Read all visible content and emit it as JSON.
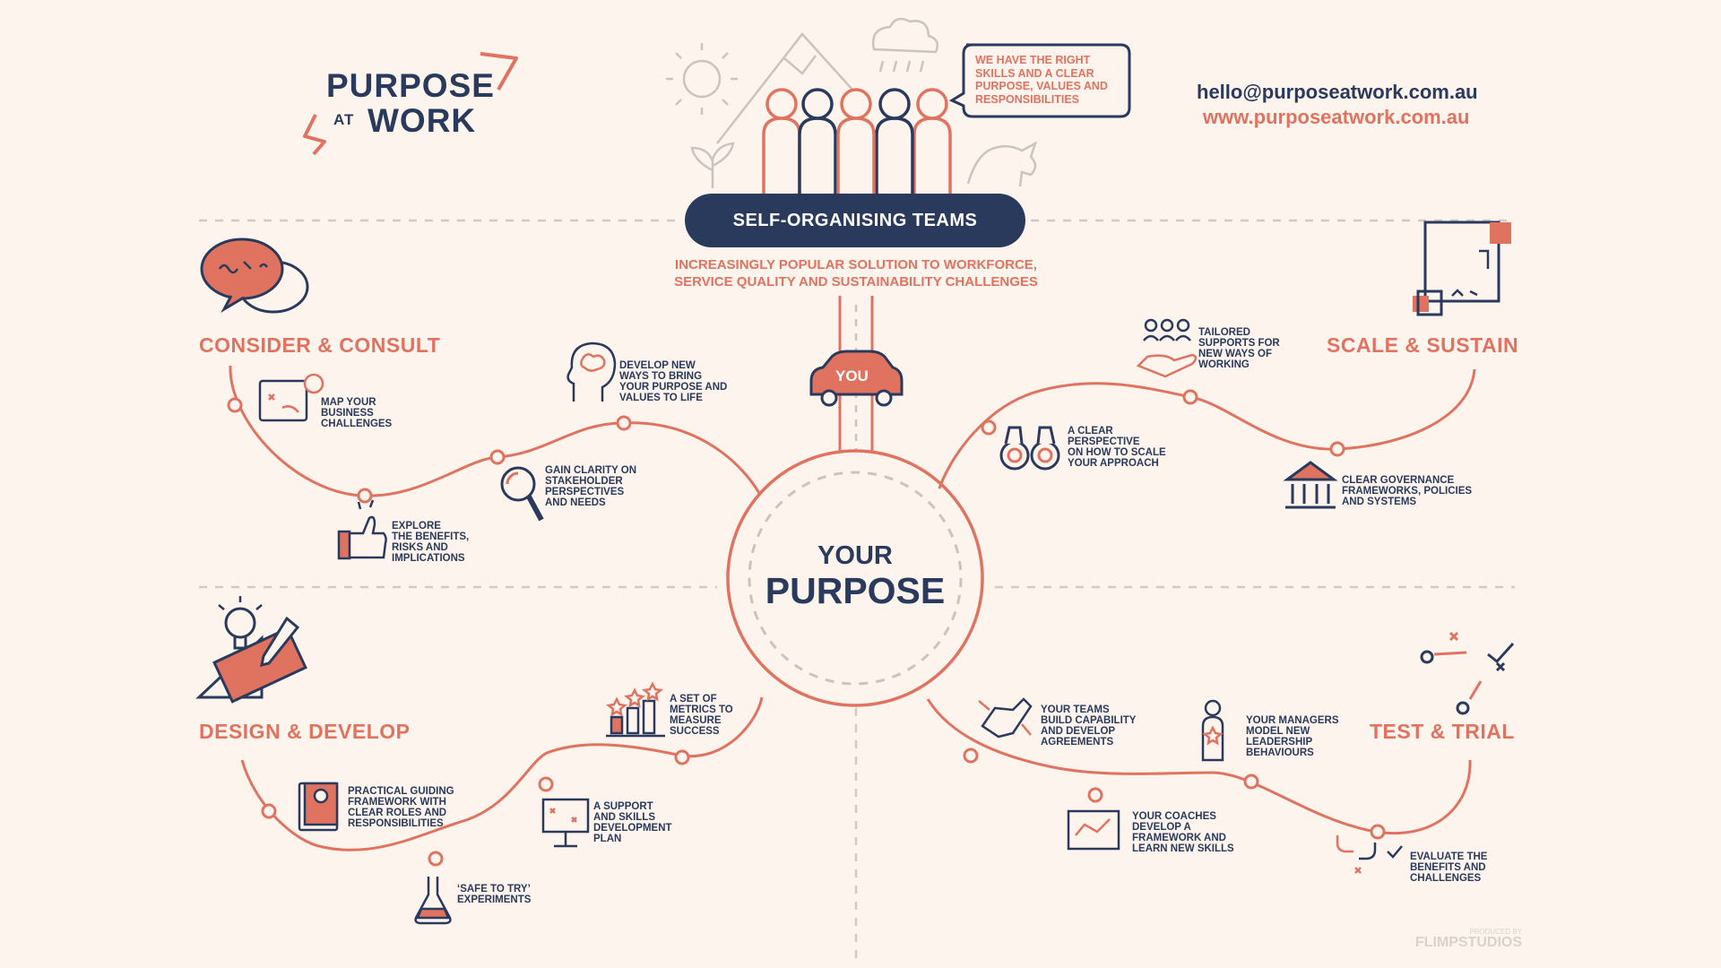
{
  "logo": {
    "line1": "PURPOSE",
    "at": "AT",
    "line2": "WORK"
  },
  "contact": {
    "email": "hello@purposeatwork.com.au",
    "web": "www.purposeatwork.com.au"
  },
  "speech_bubble": "WE HAVE THE RIGHT\nSKILLS AND A CLEAR\nPURPOSE, VALUES AND\nRESPONSIBILITIES",
  "banner": "SELF-ORGANISING TEAMS",
  "subtitle": {
    "line1": "INCREASINGLY POPULAR SOLUTION TO WORKFORCE,",
    "line2": "SERVICE QUALITY AND SUSTAINABILITY CHALLENGES"
  },
  "car_label": "YOU",
  "center": {
    "line1": "YOUR",
    "line2": "PURPOSE"
  },
  "sections": {
    "consider": {
      "title": "CONSIDER & CONSULT",
      "steps": [
        "MAP YOUR\nBUSINESS\nCHALLENGES",
        "EXPLORE\nTHE BENEFITS,\nRISKS AND\nIMPLICATIONS",
        "GAIN CLARITY ON\nSTAKEHOLDER\nPERSPECTIVES\nAND NEEDS",
        "DEVELOP NEW\nWAYS TO BRING\nYOUR PURPOSE AND\nVALUES TO LIFE"
      ]
    },
    "scale": {
      "title": "SCALE & SUSTAIN",
      "steps": [
        "TAILORED\nSUPPORTS FOR\nNEW WAYS OF\nWORKING",
        "A CLEAR\nPERSPECTIVE\nON HOW TO SCALE\nYOUR APPROACH",
        "CLEAR GOVERNANCE\nFRAMEWORKS, POLICIES\nAND SYSTEMS"
      ]
    },
    "design": {
      "title": "DESIGN & DEVELOP",
      "steps": [
        "A SET OF\nMETRICS TO\nMEASURE\nSUCCESS",
        "PRACTICAL GUIDING\nFRAMEWORK WITH\nCLEAR ROLES AND\nRESPONSIBILITIES",
        "A SUPPORT\nAND SKILLS\nDEVELOPMENT\nPLAN",
        "‘SAFE TO TRY’\nEXPERIMENTS"
      ]
    },
    "test": {
      "title": "TEST & TRIAL",
      "steps": [
        "YOUR TEAMS\nBUILD CAPABILITY\nAND DEVELOP\nAGREEMENTS",
        "YOUR MANAGERS\nMODEL NEW\nLEADERSHIP\nBEHAVIOURS",
        "YOUR COACHES\nDEVELOP A\nFRAMEWORK AND\nLEARN NEW SKILLS",
        "EVALUATE THE\nBENEFITS AND\nCHALLENGES"
      ]
    }
  },
  "credit": {
    "small": "PRODUCED BY",
    "name": "FLIMPSTUDIOS"
  },
  "colors": {
    "navy": "#2a3a5c",
    "coral": "#e07360",
    "background": "#fdf4ee",
    "grey": "#c9c4c0"
  }
}
